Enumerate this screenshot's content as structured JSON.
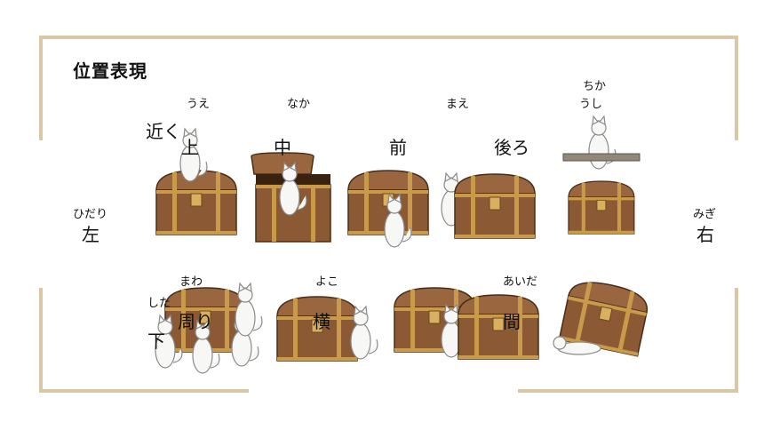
{
  "title": "位置表現",
  "words": {
    "ue": {
      "ruby": "うえ",
      "kanji": "上"
    },
    "naka": {
      "ruby": "なか",
      "kanji": "中"
    },
    "mae": {
      "ruby": "まえ",
      "kanji": "前"
    },
    "ushiro": {
      "ruby": "うし",
      "kanji": "後ろ"
    },
    "chikaku": {
      "ruby": "ちか",
      "kanji": "近く"
    },
    "hidari": {
      "ruby": "ひだり",
      "kanji": "左"
    },
    "migi": {
      "ruby": "みぎ",
      "kanji": "右"
    },
    "mawari": {
      "ruby": "まわ",
      "kanji": "周り"
    },
    "shita": {
      "ruby": "した",
      "kanji": "下"
    },
    "yoko": {
      "ruby": "よこ",
      "kanji": "横"
    },
    "aida": {
      "ruby": "あいだ",
      "kanji": "間"
    }
  },
  "colors": {
    "frame": "#d9c7a6",
    "chest": "#8b5a34",
    "chest_band": "#c89a4a",
    "cat": "#f7f7f5"
  }
}
